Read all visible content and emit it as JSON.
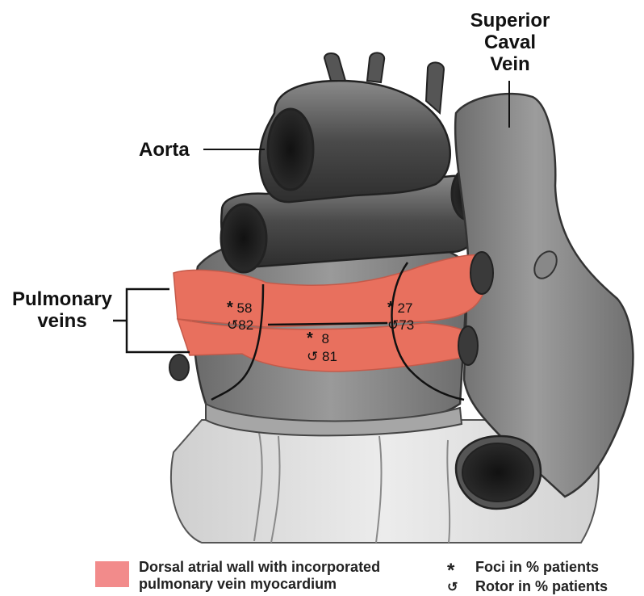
{
  "labels": {
    "superior_caval_vein": [
      "Superior",
      "Caval",
      "Vein"
    ],
    "aorta": "Aorta",
    "pulmonary_veins": [
      "Pulmonary",
      "veins"
    ]
  },
  "stats": {
    "left_pv": {
      "foci": "58",
      "rotor": "82"
    },
    "right_pv": {
      "foci": "27",
      "rotor": "73"
    },
    "posterior_wall": {
      "foci": "8",
      "rotor": "81"
    }
  },
  "legend": {
    "wall_label": [
      "Dorsal atrial wall with incorporated",
      "pulmonary vein myocardium"
    ],
    "foci_symbol": "*",
    "foci_label": "Foci in % patients",
    "rotor_symbol": "↺",
    "rotor_label": "Rotor in % patients"
  },
  "colors": {
    "pv_region": "#e8705e",
    "legend_swatch": "#f28b8b",
    "heart_dark": "#3c3c3c",
    "heart_mid": "#7a7a7a",
    "ventricle": "#dcdcdc"
  }
}
